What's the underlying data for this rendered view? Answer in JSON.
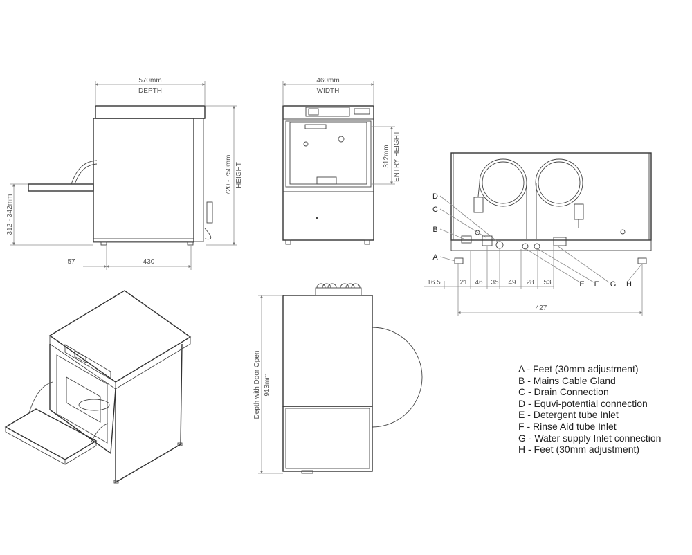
{
  "dimensions": {
    "side_depth_value": "570mm",
    "side_depth_label": "DEPTH",
    "side_height_value": "720 - 750mm",
    "side_height_label": "HEIGHT",
    "side_rack_height": "312 - 342mm",
    "side_base_overhang": "57",
    "side_base_depth": "430",
    "front_width_value": "460mm",
    "front_width_label": "WIDTH",
    "front_entry_value": "312mm",
    "front_entry_label": "ENTRY HEIGHT",
    "door_open_label": "Depth with Door Open",
    "door_open_value": "913mm",
    "rear_segments": [
      "16.5",
      "21",
      "46",
      "35",
      "49",
      "28",
      "53"
    ],
    "rear_total": "427"
  },
  "callouts": [
    "A",
    "B",
    "C",
    "D",
    "E",
    "F",
    "G",
    "H"
  ],
  "legend": [
    "A - Feet (30mm adjustment)",
    "B - Mains Cable Gland",
    "C - Drain Connection",
    "D - Equvi-potential connection",
    "E - Detergent tube Inlet",
    "F - Rinse Aid tube Inlet",
    "G - Water supply Inlet connection",
    "H - Feet (30mm adjustment)"
  ]
}
